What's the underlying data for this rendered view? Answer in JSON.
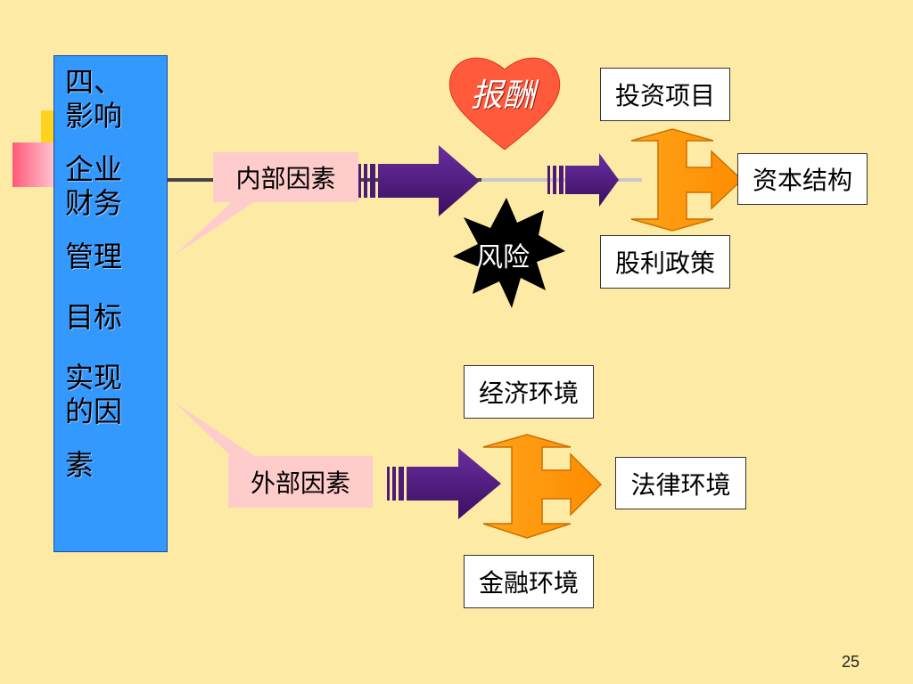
{
  "title": {
    "lines": [
      "四、\n影响",
      "企业\n财务",
      "管理",
      "目标",
      "实现\n的因",
      "素"
    ]
  },
  "internal_factor": "内部因素",
  "external_factor": "外部因素",
  "reward": "报酬",
  "risk": "风险",
  "internal_outcomes": {
    "investment": "投资项目",
    "capital_structure": "资本结构",
    "dividend_policy": "股利政策"
  },
  "external_outcomes": {
    "economic": "经济环境",
    "legal": "法律环境",
    "financial": "金融环境"
  },
  "page_number": "25",
  "colors": {
    "background": "#FDEBA5",
    "title_box": "#3399FF",
    "callout": "#FFCCCC",
    "arrow_purple": "#4B1A7A",
    "arrow_orange": "#FF9900",
    "heart": "#FF5A3C"
  }
}
